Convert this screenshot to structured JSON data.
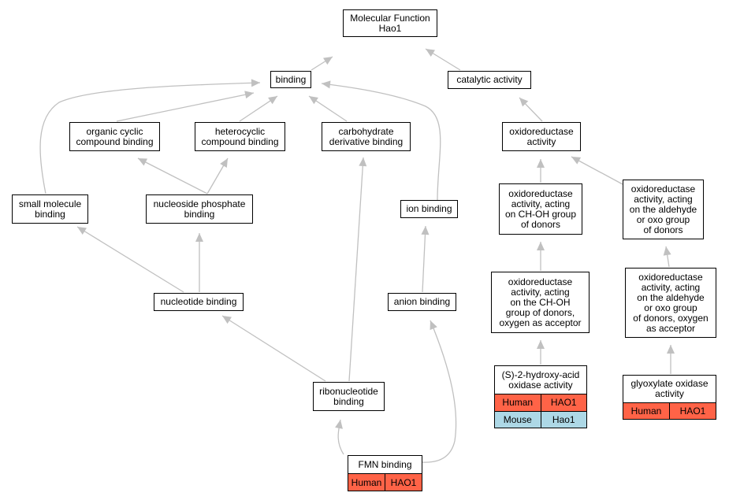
{
  "colors": {
    "human": "#ff6347",
    "mouse": "#add8e6",
    "edge": "#c0c0c0",
    "border": "#000000"
  },
  "nodes": {
    "root": "Molecular Function\nHao1",
    "binding": "binding",
    "catalytic": "catalytic activity",
    "organic_cyclic": "organic cyclic\ncompound binding",
    "heterocyclic": "heterocyclic\ncompound binding",
    "carbohydrate": "carbohydrate\nderivative binding",
    "oxidoreductase": "oxidoreductase\nactivity",
    "small_molecule": "small molecule\nbinding",
    "nucleoside_phosphate": "nucleoside phosphate\nbinding",
    "ion_binding": "ion binding",
    "oxido_chow": "oxidoreductase\nactivity, acting\non CH-OH group\nof donors",
    "oxido_aldehyde": "oxidoreductase\nactivity, acting\non the aldehyde\nor oxo group\nof donors",
    "nucleotide": "nucleotide binding",
    "anion": "anion binding",
    "oxido_chow_oxygen": "oxidoreductase\nactivity, acting\non the CH-OH\ngroup of donors,\noxygen as acceptor",
    "oxido_aldehyde_oxygen": "oxidoreductase\nactivity, acting\non the aldehyde\nor oxo group\nof donors, oxygen\nas acceptor",
    "hydroxy_acid": "(S)-2-hydroxy-acid\noxidase activity",
    "glyoxylate": "glyoxylate oxidase\nactivity",
    "ribonucleotide": "ribonucleotide\nbinding",
    "fmn": "FMN binding"
  },
  "annotations": {
    "hydroxy_acid": [
      {
        "species": "Human",
        "gene": "HAO1"
      },
      {
        "species": "Mouse",
        "gene": "Hao1"
      }
    ],
    "glyoxylate": [
      {
        "species": "Human",
        "gene": "HAO1"
      }
    ],
    "fmn": [
      {
        "species": "Human",
        "gene": "HAO1"
      }
    ]
  }
}
